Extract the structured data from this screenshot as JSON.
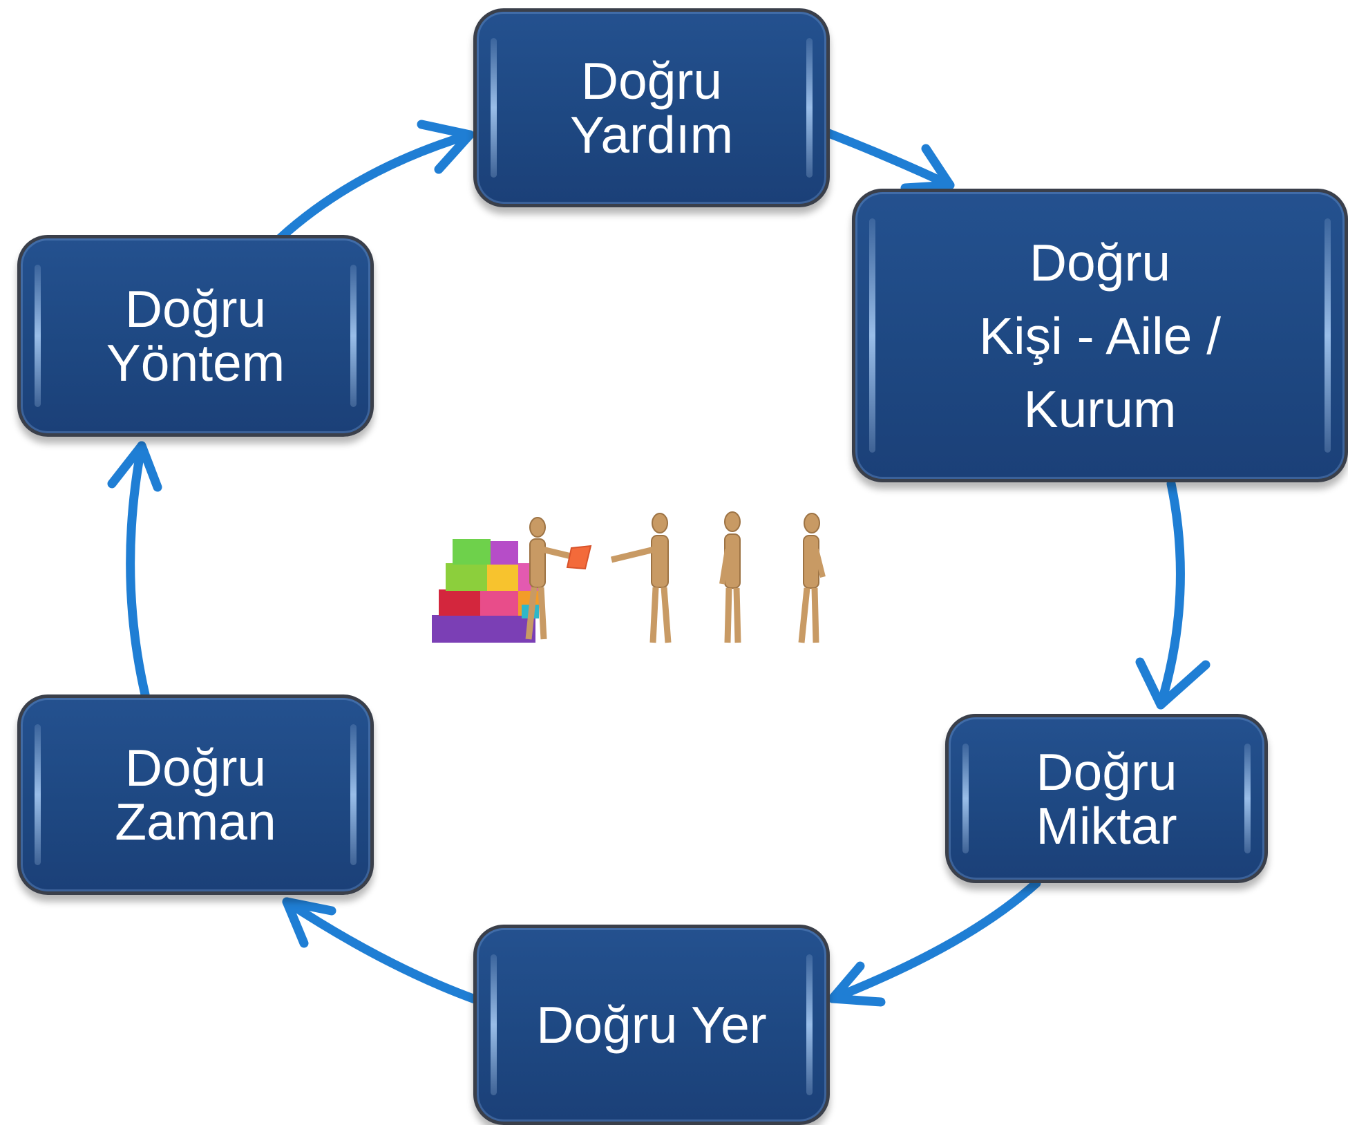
{
  "colors": {
    "box_fill": "#1f4a85",
    "box_border": "#3a3f4a",
    "box_highlight": "#a9cdf5",
    "arrow": "#1f7ed4",
    "text": "#ffffff"
  },
  "cycle": {
    "nodes": [
      {
        "id": "yardim",
        "lines": [
          "Doğru",
          "Yardım"
        ]
      },
      {
        "id": "kisi",
        "lines": [
          "Doğru",
          "Kişi - Aile /",
          "Kurum"
        ]
      },
      {
        "id": "miktar",
        "lines": [
          "Doğru",
          "Miktar"
        ]
      },
      {
        "id": "yer",
        "lines": [
          "Doğru Yer"
        ]
      },
      {
        "id": "zaman",
        "lines": [
          "Doğru",
          "Zaman"
        ]
      },
      {
        "id": "yontem",
        "lines": [
          "Doğru",
          "Yöntem"
        ]
      }
    ],
    "edges": [
      {
        "from": "yardim",
        "to": "kisi"
      },
      {
        "from": "kisi",
        "to": "miktar"
      },
      {
        "from": "miktar",
        "to": "yer"
      },
      {
        "from": "yer",
        "to": "zaman"
      },
      {
        "from": "zaman",
        "to": "yontem"
      },
      {
        "from": "yontem",
        "to": "yardim"
      }
    ]
  },
  "center_illustration": {
    "description_icon": "helping-figures-icon",
    "icons": [
      "stacked-boxes-icon",
      "giving-figure-icon",
      "receiving-figure-icon",
      "standing-figure-icon",
      "standing-figure-icon"
    ]
  }
}
